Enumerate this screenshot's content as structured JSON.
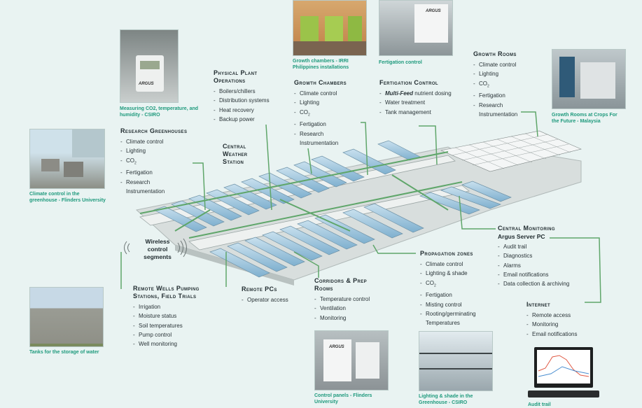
{
  "photos": {
    "co2_monitor_caption": "Measuring CO2, temperature, and humidity - CSIRO",
    "growth_chambers_caption": "Growth chambers - IRRI Philippines installations",
    "fertigation_caption": "Fertigation control",
    "growth_rooms_caption": "Growth Rooms at Crops For the Future - Malaysia",
    "climate_caption": "Climate control in the greenhouse - Flinders University",
    "tanks_caption": "Tanks for the storage of water",
    "control_panels_caption": "Control panels - Flinders University",
    "lighting_caption": "Lighting & shade in the Greenhouse - CSIRO",
    "audit_caption": "Audit trail",
    "brand": "ARGUS"
  },
  "groups": {
    "physical": {
      "title": "Physical Plant Operations",
      "items": [
        "Boilers/chillers",
        "Distribution systems",
        "Heat recovery",
        "Backup power"
      ]
    },
    "chambers": {
      "title": "Growth Chambers",
      "items": [
        "Climate control",
        "Lighting",
        "CO",
        "Fertigation",
        "Research Instrumentation"
      ]
    },
    "fertigation": {
      "title": "Fertigation Control",
      "item1_bold": "Multi-Feed",
      "item1_rest": " nutrient dosing",
      "items": [
        "Water treatment",
        "Tank management"
      ]
    },
    "rooms": {
      "title": "Growth Rooms",
      "items": [
        "Climate control",
        "Lighting",
        "CO",
        "Fertigation",
        "Research Instrumentation"
      ]
    },
    "research": {
      "title": "Research Greenhouses",
      "items": [
        "Climate control",
        "Lighting",
        "CO",
        "Fertigation",
        "Research Instrumentation"
      ]
    },
    "weather": {
      "title": "Central Weather Station"
    },
    "monitoring": {
      "title": "Central Monitoring",
      "subtitle": "Argus Server PC",
      "items": [
        "Audit trail",
        "Diagnostics",
        "Alarms",
        "Email notifications",
        "Data collection & archiving"
      ]
    },
    "propagation": {
      "title": "Propagation zones",
      "items": [
        "Climate control",
        "Lighting & shade",
        "CO",
        "Fertigation",
        "Misting control",
        "Rooting/germinating Temperatures"
      ]
    },
    "wireless": {
      "title": "Wireless control segments"
    },
    "wells": {
      "title": "Remote Wells Pumping Stations, Field Trials",
      "items": [
        "Irrigation",
        "Moisture status",
        "Soil temperatures",
        "Pump control",
        "Well monitoring"
      ]
    },
    "remote_pcs": {
      "title": "Remote PCs",
      "items": [
        "Operator access"
      ]
    },
    "corridors": {
      "title": "Corridors & Prep Rooms",
      "items": [
        "Temperature control",
        "Ventilation",
        "Monitoring"
      ]
    },
    "internet": {
      "title": "Internet",
      "items": [
        "Remote access",
        "Monitoring",
        "Email notifications"
      ]
    }
  },
  "colors": {
    "accent": "#1f9a7d",
    "line": "#5fa66a",
    "glass": "#9fc6de"
  }
}
